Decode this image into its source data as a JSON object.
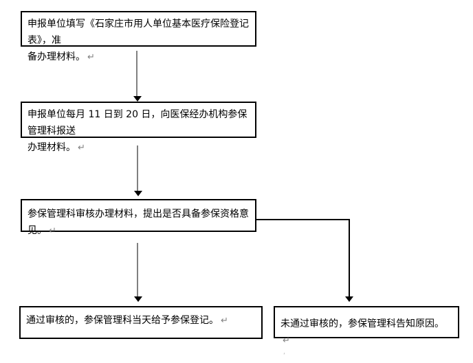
{
  "flowchart": {
    "title_hint": "单位基本医疗保险参保登记流程图",
    "return_mark": "↵",
    "colors": {
      "box_border": "#000000",
      "box_fill": "#ffffff",
      "arrow_line": "#808080",
      "arrowhead": "#000000",
      "connector": "#000000",
      "return_mark": "#808080"
    },
    "steps": [
      {
        "id": "step-1",
        "lines": [
          "申报单位填写《石家庄市用人单位基本医疗保险登记表》，准",
          "备办理材料。"
        ]
      },
      {
        "id": "step-2",
        "lines": [
          "申报单位每月 11 日到 20 日，向医保经办机构参保管理科报送",
          "办理材料。"
        ]
      },
      {
        "id": "step-3",
        "lines": [
          "参保管理科审核办理材料，提出是否具备参保资格意见。"
        ]
      },
      {
        "id": "step-4",
        "lines": [
          "通过审核的，参保管理科当天给予参保登记。"
        ]
      },
      {
        "id": "step-5",
        "lines": [
          "未通过审核的，参保管理科告知原因。"
        ],
        "extra_mark": "ʹ"
      }
    ]
  }
}
